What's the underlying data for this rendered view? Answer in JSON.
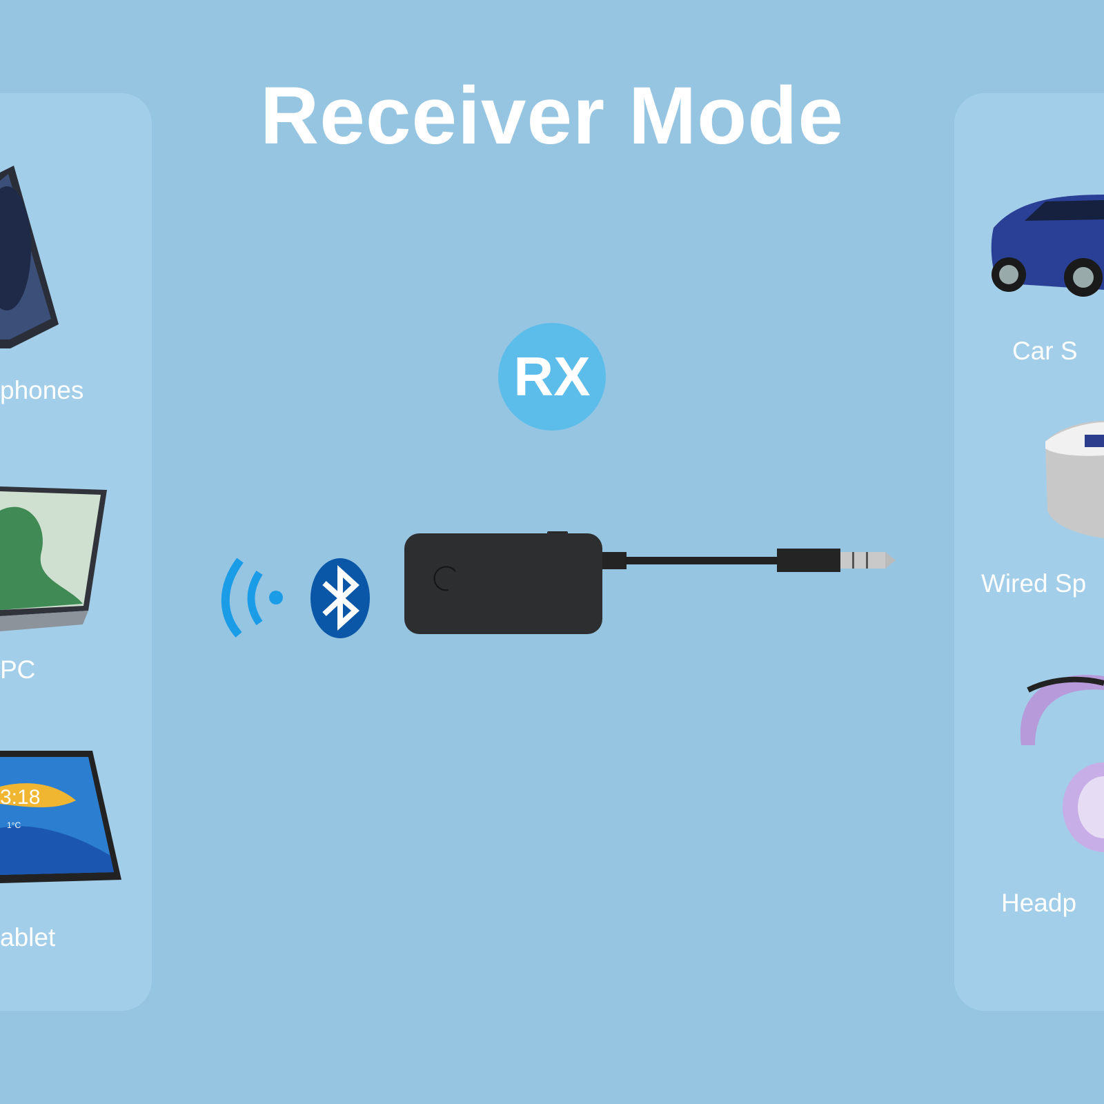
{
  "title": "Receiver Mode",
  "mode_badge": "RX",
  "source_devices": [
    {
      "label": "phones",
      "icon": "smartphone-image"
    },
    {
      "label": "PC",
      "icon": "laptop-image"
    },
    {
      "label": "ablet",
      "icon": "tablet-image"
    }
  ],
  "output_devices": [
    {
      "label": "Car S",
      "icon": "car-image"
    },
    {
      "label": "Wired Sp",
      "icon": "speaker-image"
    },
    {
      "label": "Headp",
      "icon": "headphones-image"
    }
  ],
  "tablet_screen": {
    "time": "3:18",
    "temp": "1°C"
  },
  "colors": {
    "background": "#96c5e2",
    "panel": "#a3cee9",
    "badge": "#5dbdea",
    "bluetooth": "#0a57a8",
    "signal": "#1b9ce6"
  }
}
